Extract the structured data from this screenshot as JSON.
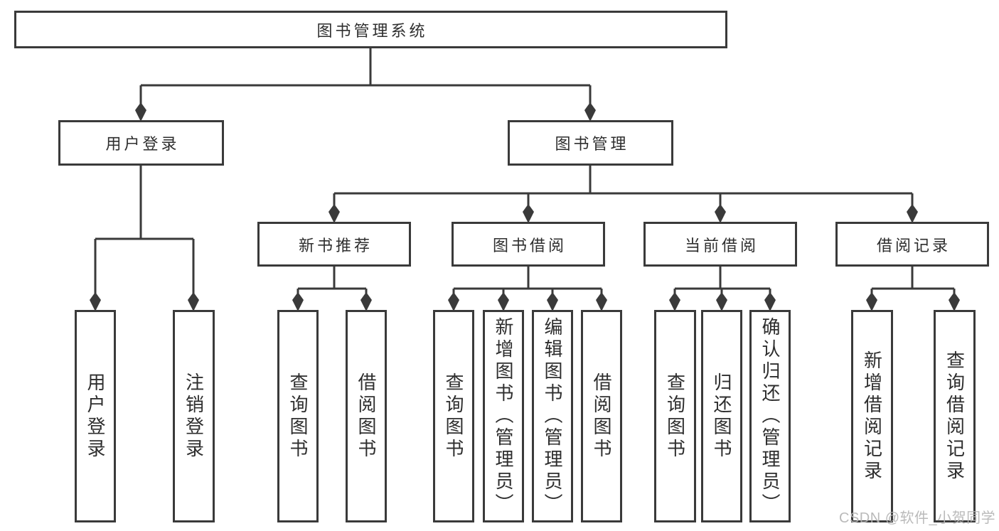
{
  "tree": {
    "root": {
      "label": "图书管理系统"
    },
    "branches": [
      {
        "label": "用户登录",
        "children": [
          {
            "label": "用户登录"
          },
          {
            "label": "注销登录"
          }
        ]
      },
      {
        "label": "图书管理",
        "children": [
          {
            "label": "新书推荐",
            "children": [
              {
                "label": "查询图书"
              },
              {
                "label": "借阅图书"
              }
            ]
          },
          {
            "label": "图书借阅",
            "children": [
              {
                "label": "查询图书"
              },
              {
                "label": "新增图书（管理员）"
              },
              {
                "label": "编辑图书（管理员）"
              },
              {
                "label": "借阅图书"
              }
            ]
          },
          {
            "label": "当前借阅",
            "children": [
              {
                "label": "查询图书"
              },
              {
                "label": "归还图书"
              },
              {
                "label": "确认归还（管理员）"
              }
            ]
          },
          {
            "label": "借阅记录",
            "children": [
              {
                "label": "新增借阅记录"
              },
              {
                "label": "查询借阅记录"
              }
            ]
          }
        ]
      }
    ]
  },
  "watermark": {
    "text": "CSDN @软件_小贺同学"
  },
  "colors": {
    "line": "#3a3a3a",
    "text": "#2e2e2e",
    "watermark": "#b5b5b5",
    "background": "#ffffff"
  }
}
